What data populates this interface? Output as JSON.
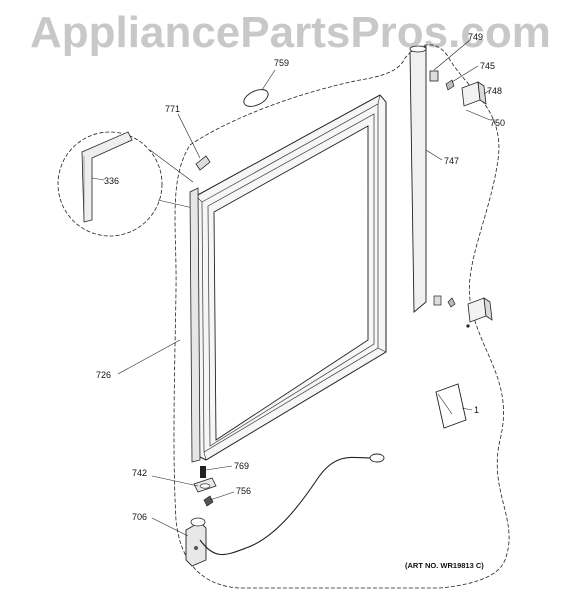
{
  "watermark": "AppliancePartsPros.com",
  "art_number": "(ART NO. WR19813 C)",
  "parts": [
    {
      "id": "door-frame",
      "label": "726"
    },
    {
      "id": "gasket-corner",
      "label": "336"
    },
    {
      "id": "screw-top",
      "label": "771"
    },
    {
      "id": "oval-part",
      "label": "759"
    },
    {
      "id": "heater-tube",
      "label": "747"
    },
    {
      "id": "screw-right",
      "label": "745"
    },
    {
      "id": "bracket-right",
      "label": "748"
    },
    {
      "id": "screw-right-lower",
      "label": "750"
    },
    {
      "id": "pin-top",
      "label": "749"
    },
    {
      "id": "manual",
      "label": "1"
    },
    {
      "id": "hinge-bracket",
      "label": "742"
    },
    {
      "id": "hinge-pin",
      "label": "769"
    },
    {
      "id": "bolt-756",
      "label": "756"
    },
    {
      "id": "hinge-bottom",
      "label": "706"
    }
  ]
}
